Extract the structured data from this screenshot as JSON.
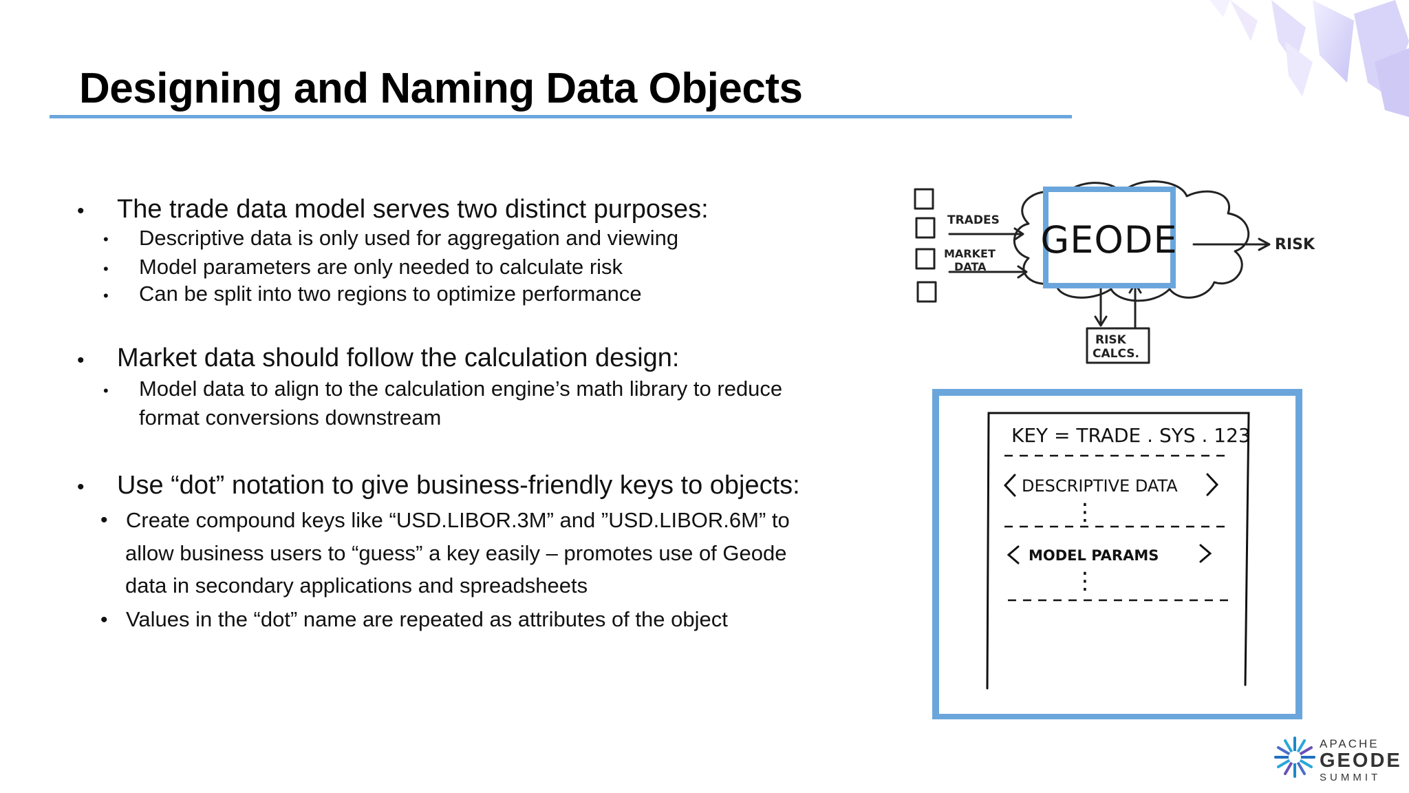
{
  "slide": {
    "title": "Designing and Naming Data Objects",
    "sections": [
      {
        "heading": "The trade data model serves two distinct purposes:",
        "items": [
          "Descriptive data is only used for aggregation and viewing",
          "Model parameters are only needed to calculate risk",
          "Can be split into two regions to optimize performance"
        ]
      },
      {
        "heading": "Market data should follow the calculation design:",
        "items": [
          "Model data to align to the calculation engine’s math library to reduce",
          "format conversions downstream"
        ]
      },
      {
        "heading": "Use “dot” notation to give business-friendly keys to objects:",
        "items": [
          "Create compound keys like “USD.LIBOR.3M” and ”USD.LIBOR.6M” to",
          "allow business users to “guess” a key easily – promotes use of Geode",
          "data in secondary applications and spreadsheets",
          "Values in the “dot” name are repeated as attributes of the object"
        ]
      }
    ]
  },
  "diagram_top": {
    "center": "GEODE",
    "input_trades": "TRADES",
    "input_market_line1": "MARKET",
    "input_market_line2": "DATA",
    "output": "RISK",
    "calc_line1": "RISK",
    "calc_line2": "CALCS."
  },
  "diagram_bottom": {
    "key": "KEY = TRADE . SYS . 123",
    "descriptive": "DESCRIPTIVE   DATA",
    "model": "MODEL   PARAMS",
    "ellipsis": "⋮"
  },
  "logo": {
    "line1": "APACHE",
    "line2": "GEODE",
    "line3": "SUMMIT"
  },
  "colors": {
    "accent": "#6aa6dc",
    "text": "#111111"
  }
}
